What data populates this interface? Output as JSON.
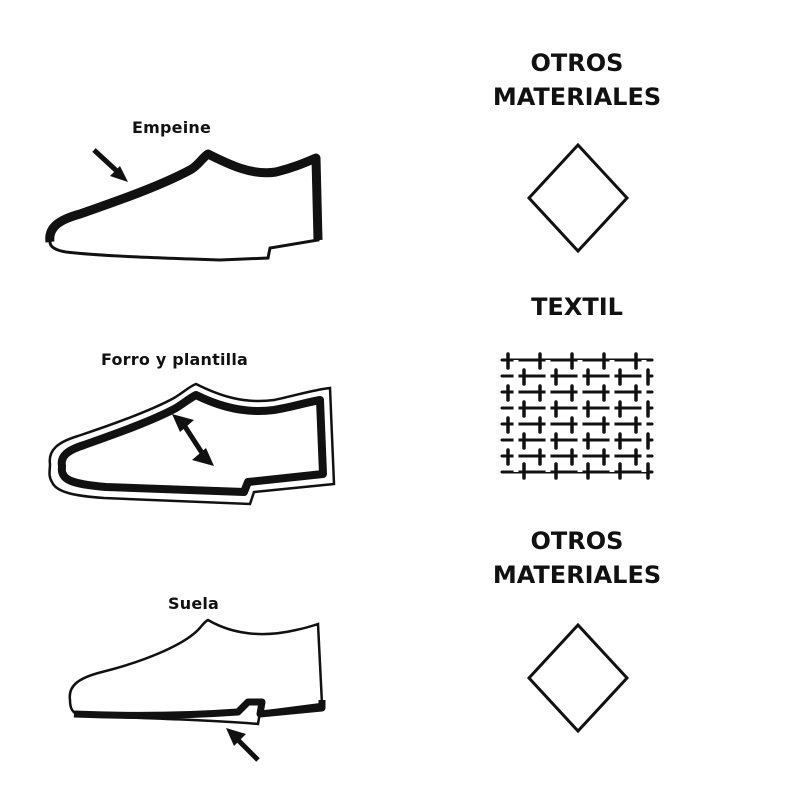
{
  "rows": [
    {
      "part_label": "Empeine",
      "material_lines": [
        "OTROS",
        "MATERIALES"
      ],
      "symbol": "diamond-icon"
    },
    {
      "part_label": "Forro y plantilla",
      "material_lines": [
        "TEXTIL"
      ],
      "symbol": "woven-textile-icon"
    },
    {
      "part_label": "Suela",
      "material_lines": [
        "OTROS",
        "MATERIALES"
      ],
      "symbol": "diamond-icon"
    }
  ]
}
